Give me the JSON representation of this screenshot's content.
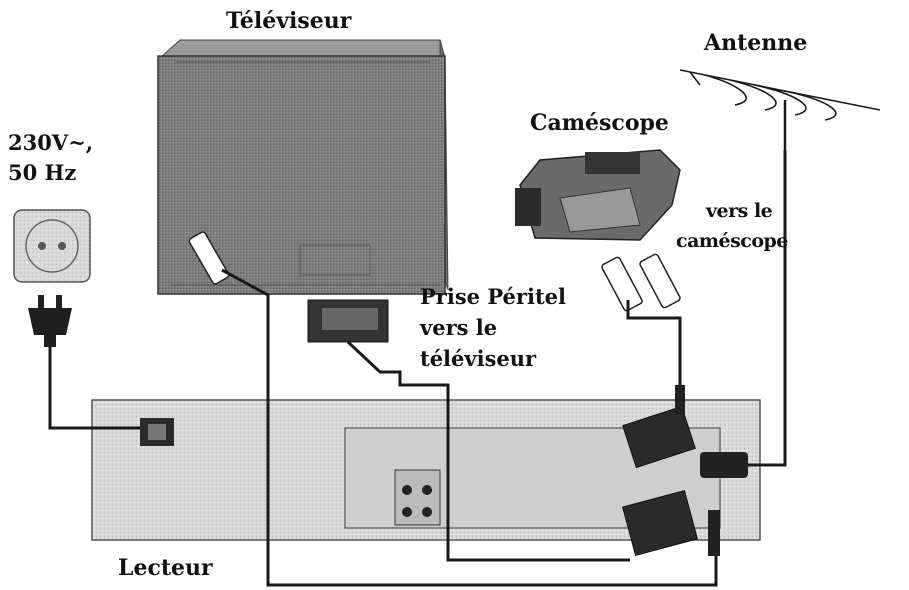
{
  "labels": {
    "tv": "Téléviseur",
    "antenna": "Antenne",
    "power_line1": "230V~,",
    "power_line2": "50 Hz",
    "camcorder": "Caméscope",
    "to_camcorder_line1": "vers le",
    "to_camcorder_line2": "caméscope",
    "scart_line1": "Prise Péritel",
    "scart_line2": "vers le",
    "scart_line3": "téléviseur",
    "player": "Lecteur"
  },
  "colors": {
    "tv_body": "#7f7f7f",
    "player_body": "#dcdcdc",
    "cable": "#1a1a1a",
    "text": "#111111"
  }
}
